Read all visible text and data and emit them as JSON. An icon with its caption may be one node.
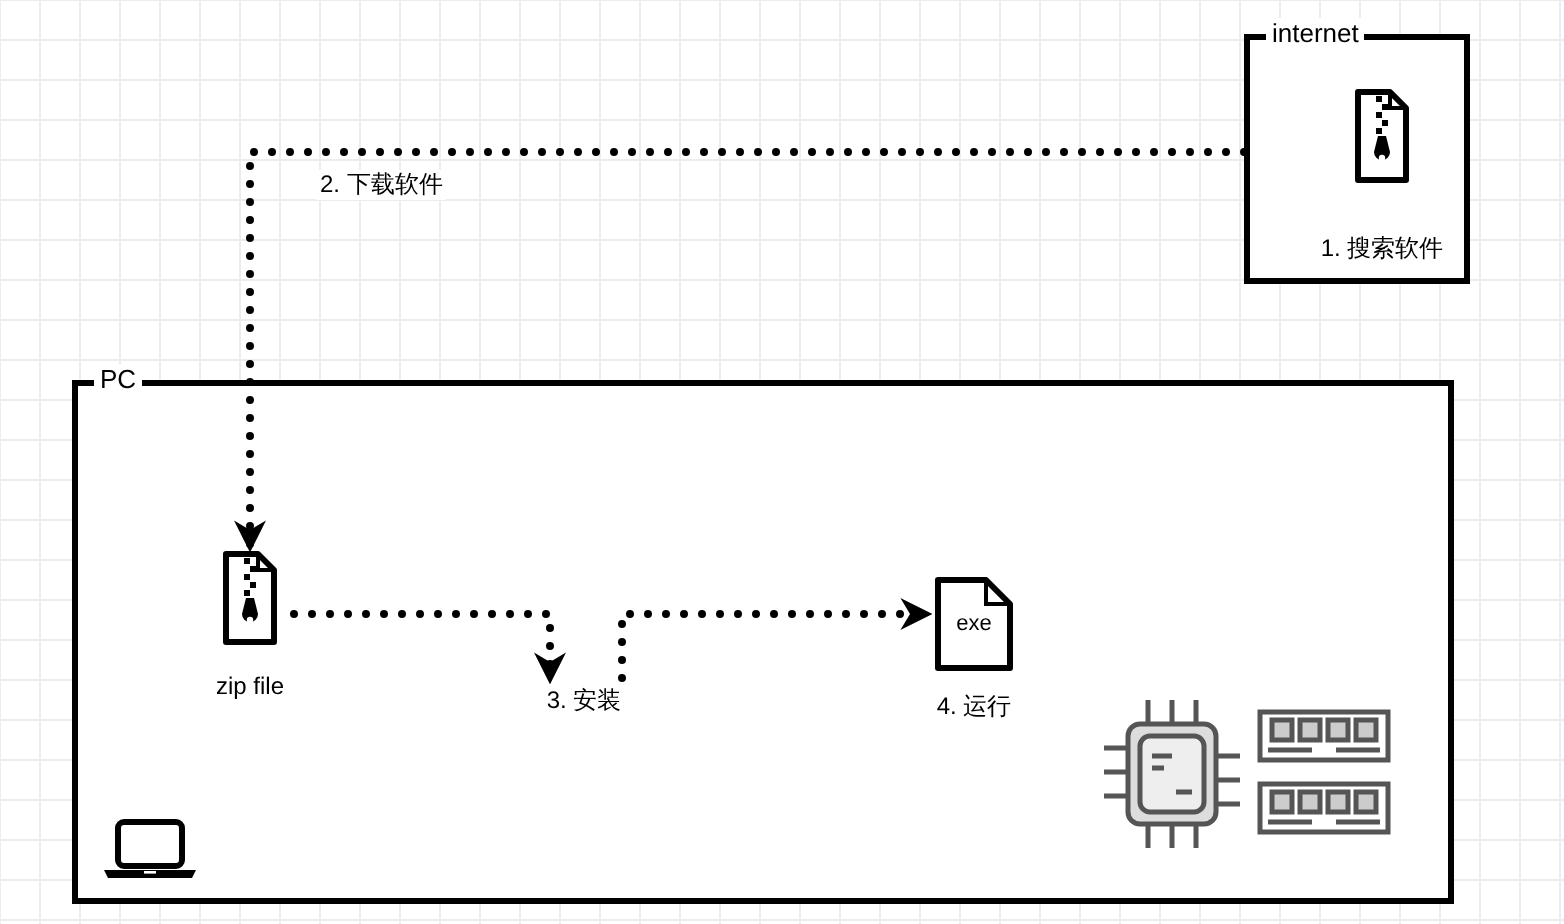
{
  "diagram": {
    "nodes": [
      {
        "text": [
          "internet"
        ]
      },
      {
        "text": [
          "1. 搜索软件"
        ],
        "in": 0
      },
      {
        "text": [
          "PC"
        ]
      },
      {
        "text": [
          "zip file"
        ],
        "in": 2
      },
      {
        "text": [
          "3. 安装"
        ],
        "in": 2
      },
      {
        "text": [
          "exe",
          "4. 运行"
        ],
        "in": 2
      }
    ],
    "edges": [
      {
        "from": 0,
        "to": 3,
        "arrow": "to",
        "label": "2. 下载软件"
      },
      {
        "from": 3,
        "to": 4,
        "arrow": "to"
      },
      {
        "from": 4,
        "to": 5,
        "arrow": "to"
      }
    ]
  }
}
